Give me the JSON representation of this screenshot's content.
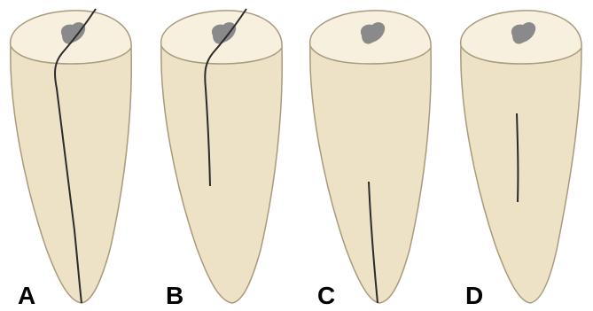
{
  "colors": {
    "root_fill": "#ede2c6",
    "root_stroke": "#a89a7c",
    "crown_fill": "#f7f0de",
    "canal_fill": "#8a8a8a",
    "fracture_stroke": "#2b2b2b",
    "background": "#ffffff"
  },
  "panels": [
    {
      "label": "A",
      "fracture_type": "complete crown-to-apex split"
    },
    {
      "label": "B",
      "fracture_type": "crown fracture extending partway down root"
    },
    {
      "label": "C",
      "fracture_type": "fracture originating at apex"
    },
    {
      "label": "D",
      "fracture_type": "isolated mid-root fracture"
    }
  ]
}
